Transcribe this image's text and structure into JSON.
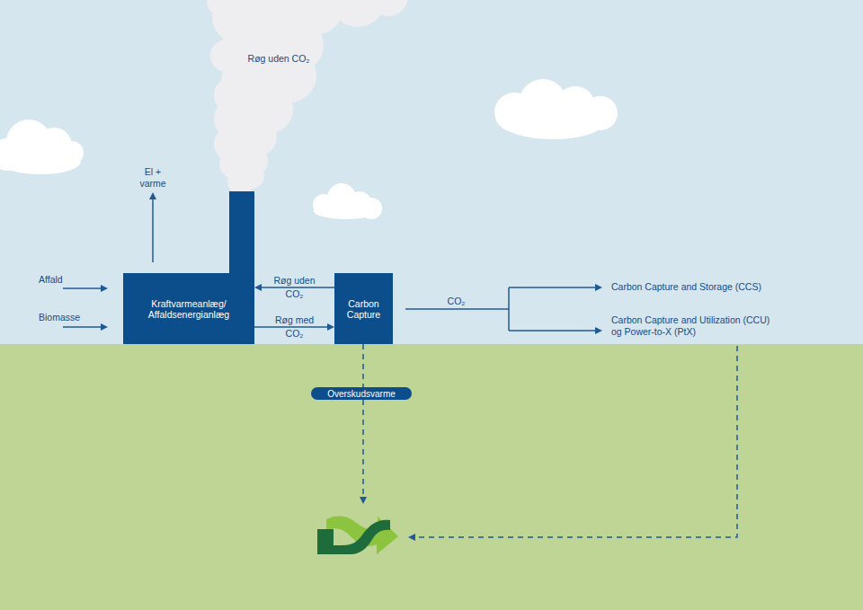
{
  "diagram": {
    "nodes": [
      {
        "text": [
          "Kraftvarmeanlæg/ Affaldsenergianlæg"
        ]
      },
      {
        "text": [
          "Carbon Capture"
        ]
      },
      {
        "text": [
          "Overskudsvarme"
        ]
      }
    ],
    "edges": [
      {
        "from": 1,
        "to": 0,
        "arrow": "to",
        "label": "Røg uden CO₂"
      },
      {
        "from": 0,
        "to": 1,
        "arrow": "to",
        "label": "Røg med CO₂"
      },
      {
        "from": 1,
        "to": 2,
        "arrow": "none"
      }
    ],
    "labels": [
      "Røg uden CO₂",
      "El + varme",
      "Affald",
      "Biomasse",
      "CO₂",
      "Carbon Capture and Storage (CCS)",
      "Carbon Capture and Utilization (CCU) og Power-to-X (PtX)"
    ]
  }
}
